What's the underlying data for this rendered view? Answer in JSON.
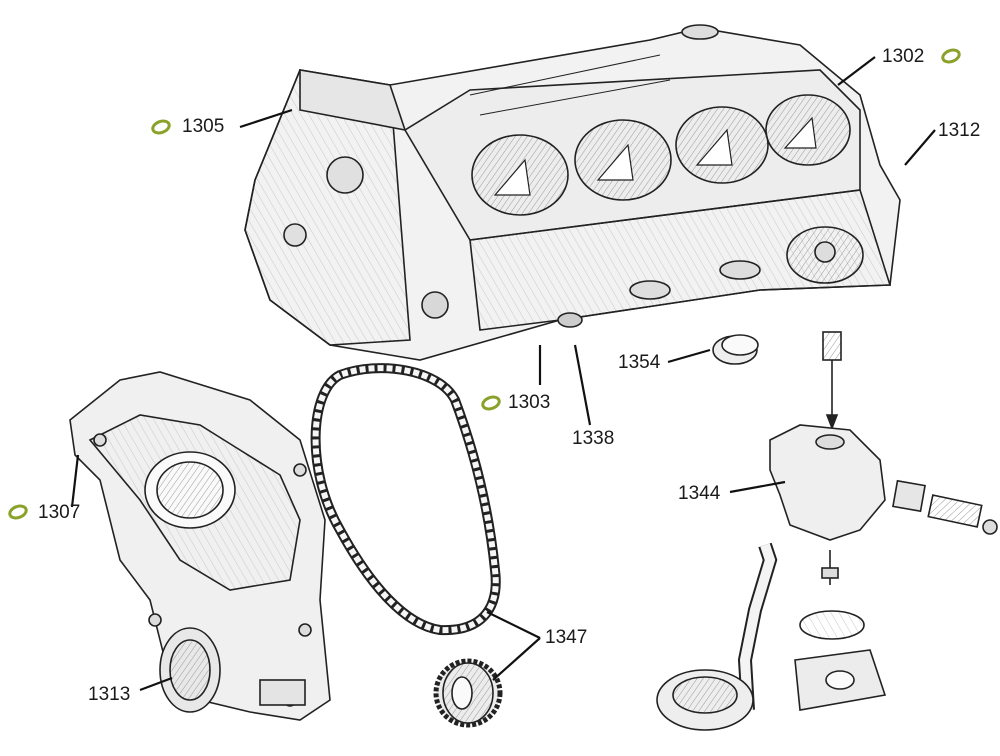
{
  "diagram": {
    "accent_color": "#8aa12a",
    "parts": {
      "block": {
        "label": "1305",
        "gasket": true
      },
      "head_top": {
        "label": "1302",
        "gasket": true
      },
      "side": {
        "label": "1312",
        "gasket": false
      },
      "plug": {
        "label": "1354",
        "gasket": false
      },
      "pan_seal": {
        "label": "1303",
        "gasket": true
      },
      "drain": {
        "label": "1338",
        "gasket": false
      },
      "cover": {
        "label": "1307",
        "gasket": true
      },
      "pump": {
        "label": "1344",
        "gasket": false
      },
      "chain": {
        "label": "1347",
        "gasket": false
      },
      "seal": {
        "label": "1313",
        "gasket": false
      }
    }
  }
}
